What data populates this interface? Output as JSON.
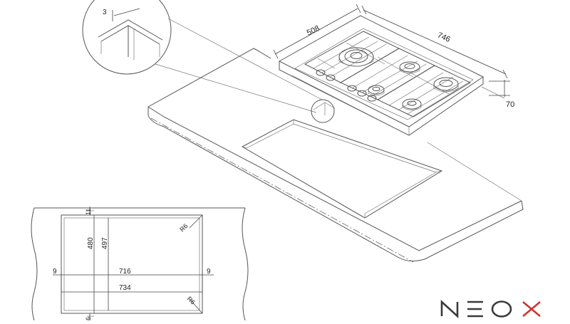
{
  "detail": {
    "label": "3"
  },
  "hob": {
    "depth": "508",
    "width": "746",
    "height": "70"
  },
  "cutout": {
    "width_inner": "716",
    "width_outer": "734",
    "height_inner": "480",
    "height_outer": "497",
    "margin_left": "9",
    "margin_right": "9",
    "margin_top": "11",
    "margin_bottom": "6",
    "radius_top": "R6",
    "radius_bottom": "R6"
  },
  "brand": {
    "logo_text": "NEOX",
    "dark_color": "#3a3a3a",
    "accent_color": "#d0342c"
  }
}
